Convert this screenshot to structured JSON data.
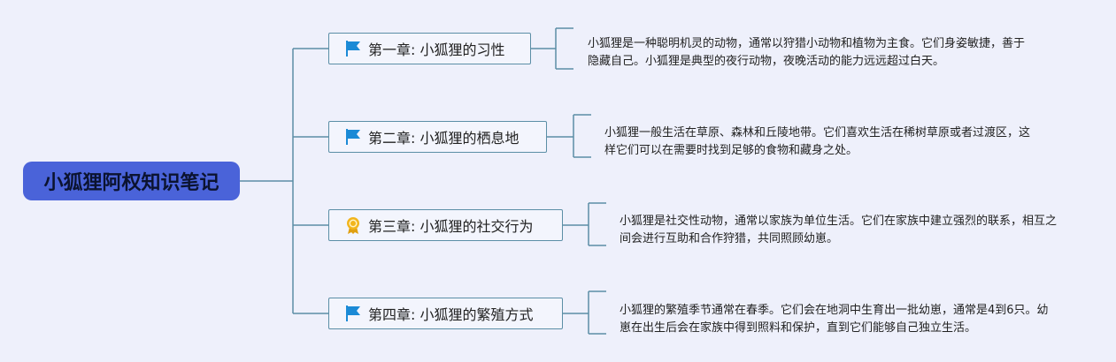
{
  "root": {
    "title": "小狐狸阿权知识笔记"
  },
  "chapters": [
    {
      "label": "第一章: 小狐狸的习性",
      "icon": "blue-flag-icon",
      "note": "小狐狸是一种聪明机灵的动物，通常以狩猎小动物和植物为主食。它们身姿敏捷，善于隐藏自己。小狐狸是典型的夜行动物，夜晚活动的能力远远超过白天。"
    },
    {
      "label": "第二章: 小狐狸的栖息地",
      "icon": "blue-flag-icon",
      "note": "小狐狸一般生活在草原、森林和丘陵地带。它们喜欢生活在稀树草原或者过渡区，这样它们可以在需要时找到足够的食物和藏身之处。"
    },
    {
      "label": "第三章: 小狐狸的社交行为",
      "icon": "award-ribbon-icon",
      "note": "小狐狸是社交性动物，通常以家族为单位生活。它们在家族中建立强烈的联系，相互之间会进行互助和合作狩猎，共同照顾幼崽。"
    },
    {
      "label": "第四章: 小狐狸的繁殖方式",
      "icon": "blue-flag-icon",
      "note": "小狐狸的繁殖季节通常在春季。它们会在地洞中生育出一批幼崽，通常是4到6只。幼崽在出生后会在家族中得到照料和保护，直到它们能够自己独立生活。"
    }
  ],
  "colors": {
    "root_fill": "#4a63d9",
    "line": "#5b8ea6",
    "flag": "#1b8ad6",
    "award": "#f2b51d"
  }
}
